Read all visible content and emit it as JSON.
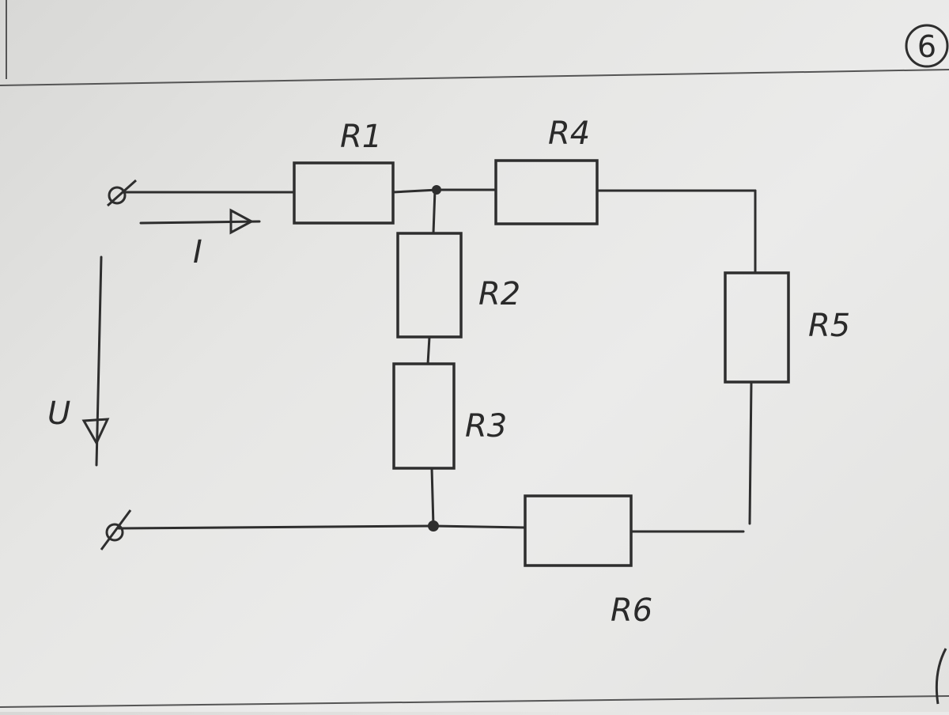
{
  "page_number": "6",
  "labels": {
    "r1": "R1",
    "r2": "R2",
    "r3": "R3",
    "r4": "R4",
    "r5": "R5",
    "r6": "R6",
    "current": "I",
    "voltage": "U"
  },
  "colors": {
    "paper": "#e6e6e4",
    "ink": "#2e2e2e"
  }
}
